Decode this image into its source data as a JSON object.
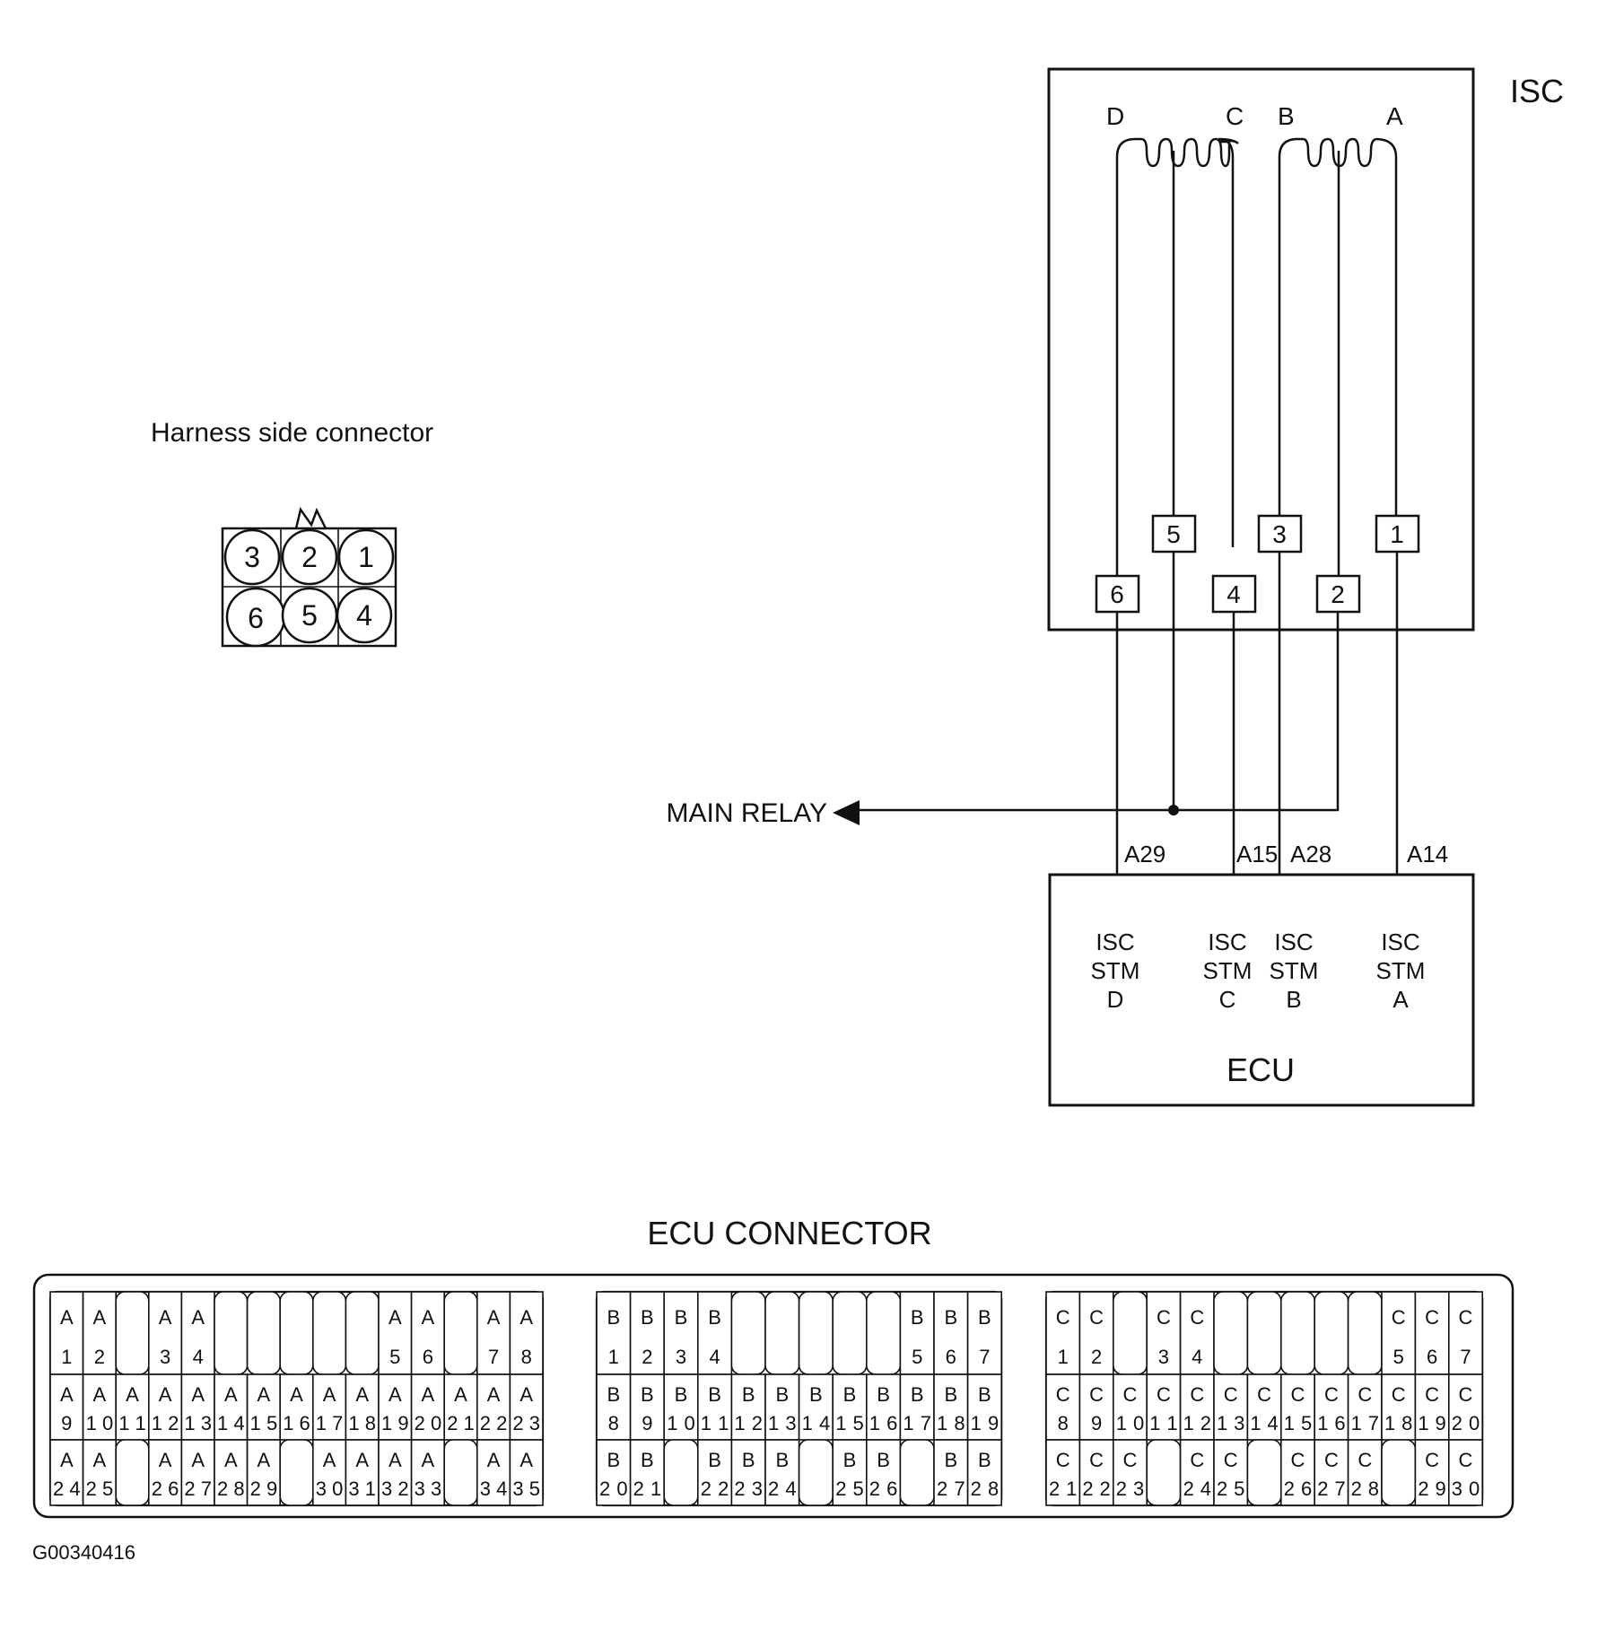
{
  "isc": {
    "title": "ISC",
    "coil_labels": [
      "D",
      "C",
      "B",
      "A"
    ],
    "pins": [
      "5",
      "3",
      "1",
      "6",
      "4",
      "2"
    ]
  },
  "harness": {
    "title": "Harness side connector",
    "pins_top": [
      "3",
      "2",
      "1"
    ],
    "pins_bottom": [
      "6",
      "5",
      "4"
    ]
  },
  "main_relay": "MAIN RELAY",
  "wire_labels": [
    "A29",
    "A15",
    "A28",
    "A14"
  ],
  "ecu": {
    "title": "ECU",
    "terminals": [
      {
        "l1": "ISC",
        "l2": "STM",
        "l3": "D"
      },
      {
        "l1": "ISC",
        "l2": "STM",
        "l3": "C"
      },
      {
        "l1": "ISC",
        "l2": "STM",
        "l3": "B"
      },
      {
        "l1": "ISC",
        "l2": "STM",
        "l3": "A"
      }
    ]
  },
  "ecu_connector": {
    "title": "ECU CONNECTOR",
    "groups": [
      {
        "letter": "A",
        "rows": [
          [
            "1",
            "2",
            "",
            "3",
            "4",
            "",
            "",
            "",
            "",
            "",
            "5",
            "6",
            "",
            "7",
            "8"
          ],
          [
            "9",
            "10",
            "11",
            "12",
            "13",
            "14",
            "15",
            "16",
            "17",
            "18",
            "19",
            "20",
            "21",
            "22",
            "23"
          ],
          [
            "24",
            "25",
            "",
            "26",
            "27",
            "28",
            "29",
            "",
            "30",
            "31",
            "32",
            "33",
            "",
            "34",
            "35"
          ]
        ]
      },
      {
        "letter": "B",
        "rows": [
          [
            "1",
            "2",
            "3",
            "4",
            "",
            "",
            "",
            "",
            "",
            "5",
            "6",
            "7"
          ],
          [
            "8",
            "9",
            "10",
            "11",
            "12",
            "13",
            "14",
            "15",
            "16",
            "17",
            "18",
            "19"
          ],
          [
            "20",
            "21",
            "",
            "22",
            "23",
            "24",
            "",
            "25",
            "26",
            "",
            "27",
            "28"
          ]
        ]
      },
      {
        "letter": "C",
        "rows": [
          [
            "1",
            "2",
            "",
            "3",
            "4",
            "",
            "",
            "",
            "",
            "",
            "5",
            "6",
            "7"
          ],
          [
            "8",
            "9",
            "10",
            "11",
            "12",
            "13",
            "14",
            "15",
            "16",
            "17",
            "18",
            "19",
            "20"
          ],
          [
            "21",
            "22",
            "23",
            "",
            "24",
            "25",
            "",
            "26",
            "27",
            "28",
            "",
            "29",
            "30"
          ]
        ]
      }
    ]
  },
  "figure_code": "G00340416"
}
